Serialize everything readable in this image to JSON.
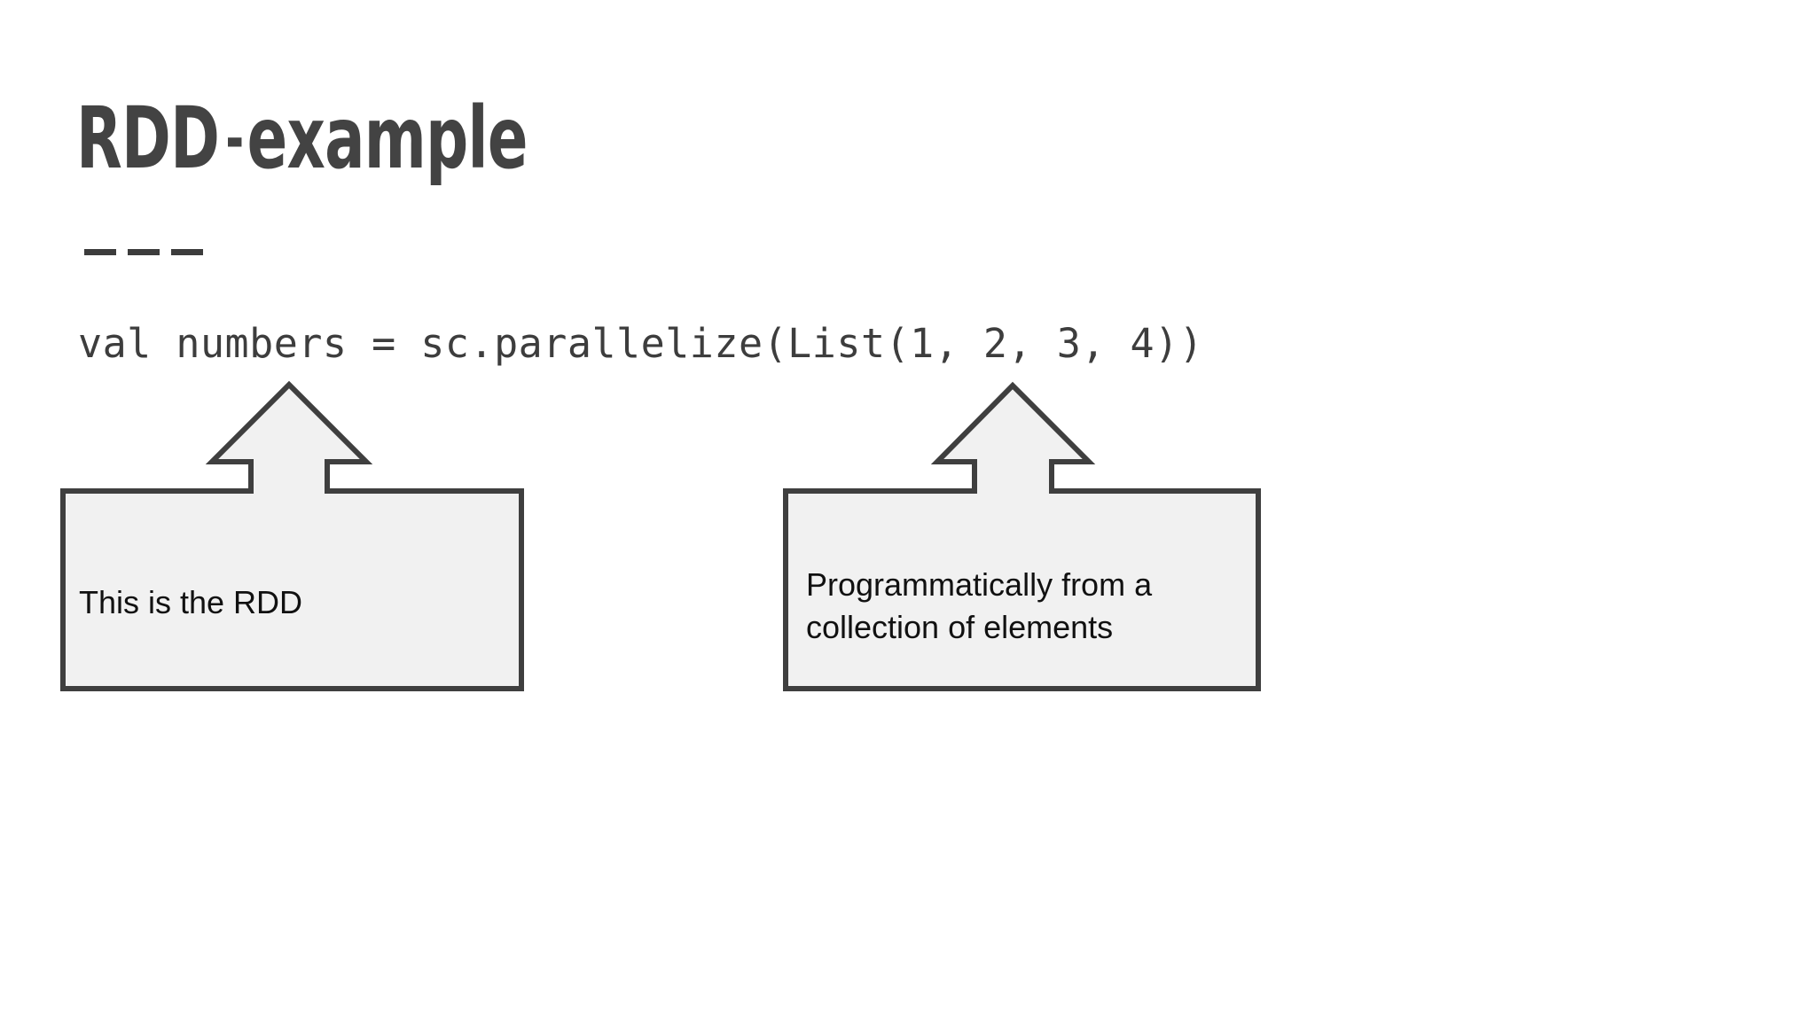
{
  "slide": {
    "background_color": "#ffffff",
    "title": {
      "main": "RDD",
      "separator": "-",
      "subject": "example",
      "color": "#434343"
    },
    "rule": {
      "dash_count": 3,
      "color": "#3c3c3c"
    },
    "code": {
      "text": "val numbers = sc.parallelize(List(1, 2, 3, 4))",
      "color": "#3d3d3d"
    },
    "callouts": [
      {
        "id": "rdd",
        "text": "This is the RDD",
        "fill_color": "#f1f1f1",
        "stroke_color": "#3f3f3f",
        "text_color": "#111111",
        "points_at": "val numbers"
      },
      {
        "id": "parallelize",
        "text": "Programmatically from a\ncollection of elements",
        "fill_color": "#f1f1f1",
        "stroke_color": "#3f3f3f",
        "text_color": "#111111",
        "points_at": "sc.parallelize(List(1, 2, 3, 4))"
      }
    ]
  }
}
